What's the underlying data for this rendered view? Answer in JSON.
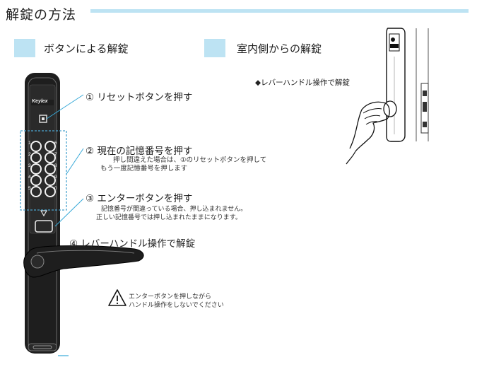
{
  "page_title": "解錠の方法",
  "sections": {
    "left_label": "ボタンによる解錠",
    "right_label": "室内側からの解錠"
  },
  "device": {
    "brand_text": "Keylex",
    "key_labels": [
      "1",
      "6",
      "2",
      "7",
      "3",
      "8",
      "4",
      "9",
      "5",
      "0"
    ]
  },
  "steps": [
    {
      "text": "① リセットボタンを押す"
    },
    {
      "text": "② 現在の記憶番号を押す"
    },
    {
      "text": "③ エンターボタンを押す"
    },
    {
      "text": "④ レバーハンドル操作で解錠"
    }
  ],
  "notes": {
    "step2_line1": "押し間違えた場合は、①のリセットボタンを押して",
    "step2_line2": "もう一度記憶番号を押します",
    "step3_line1": "記憶番号が間違っている場合、押し込まれません。",
    "step3_line2": "正しい記憶番号では押し込まれたままになります。"
  },
  "warning": {
    "line1": "エンターボタンを押しながら",
    "line2": "ハンドル操作をしないでください"
  },
  "interior_caption": "◆レバーハンドル操作で解錠",
  "colors": {
    "accent_light_blue": "#bde3f3",
    "line_blue": "#37a9d8",
    "dotted_blue": "#4aa3cf",
    "device_dark": "#1e1e1e"
  }
}
